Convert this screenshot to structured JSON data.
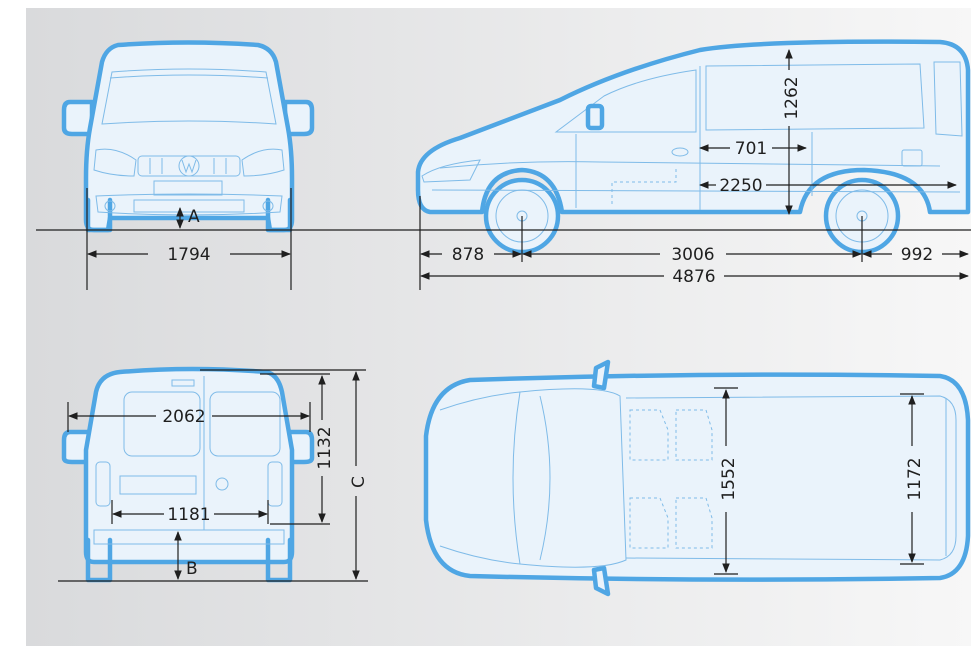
{
  "dimensions": {
    "front_width": "1794",
    "ground_clearance": "A",
    "cargo_height": "1262",
    "cargo_width_side": "701",
    "cargo_length": "2250",
    "front_overhang": "878",
    "wheelbase": "3006",
    "rear_overhang": "992",
    "overall_length": "4876",
    "rear_mirror_width": "2062",
    "rear_floor_width": "1181",
    "rear_door_height": "1132",
    "overall_height": "C",
    "loading_sill_height": "B",
    "cargo_width_max": "1552",
    "cargo_width_wheelarch": "1172"
  },
  "colors": {
    "outline": "#4fa6e4",
    "background_gradient_start": "#d9dadc",
    "background_gradient_end": "#f7f7f7",
    "dimension_lines": "#1f1f1f"
  }
}
